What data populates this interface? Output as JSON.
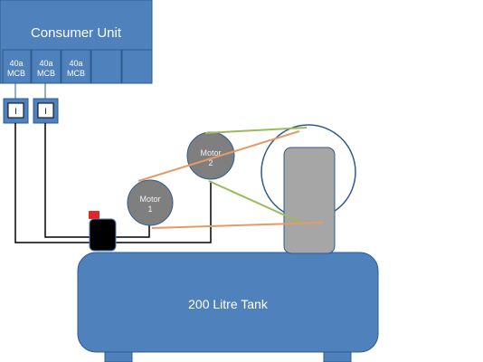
{
  "consumer_unit": {
    "title": "Consumer Unit",
    "breakers": [
      {
        "rating": "40a",
        "type": "MCB"
      },
      {
        "rating": "40a",
        "type": "MCB"
      },
      {
        "rating": "40a",
        "type": "MCB"
      }
    ]
  },
  "switches": [
    {
      "symbol": "I"
    },
    {
      "symbol": "I"
    }
  ],
  "motors": [
    {
      "line1": "Motor",
      "line2": "1"
    },
    {
      "line1": "Motor",
      "line2": "2"
    }
  ],
  "tank": {
    "label": "200 Litre Tank"
  },
  "colors": {
    "box_blue": "#4f81bd",
    "box_border": "#2e5b8c",
    "motor_gray": "#7f7f7f",
    "cylinder_gray": "#a6a6a6",
    "belt_orange": "#e59b66",
    "belt_green": "#9bbb59",
    "wire": "#000000",
    "indicator_red": "#e0252b"
  }
}
